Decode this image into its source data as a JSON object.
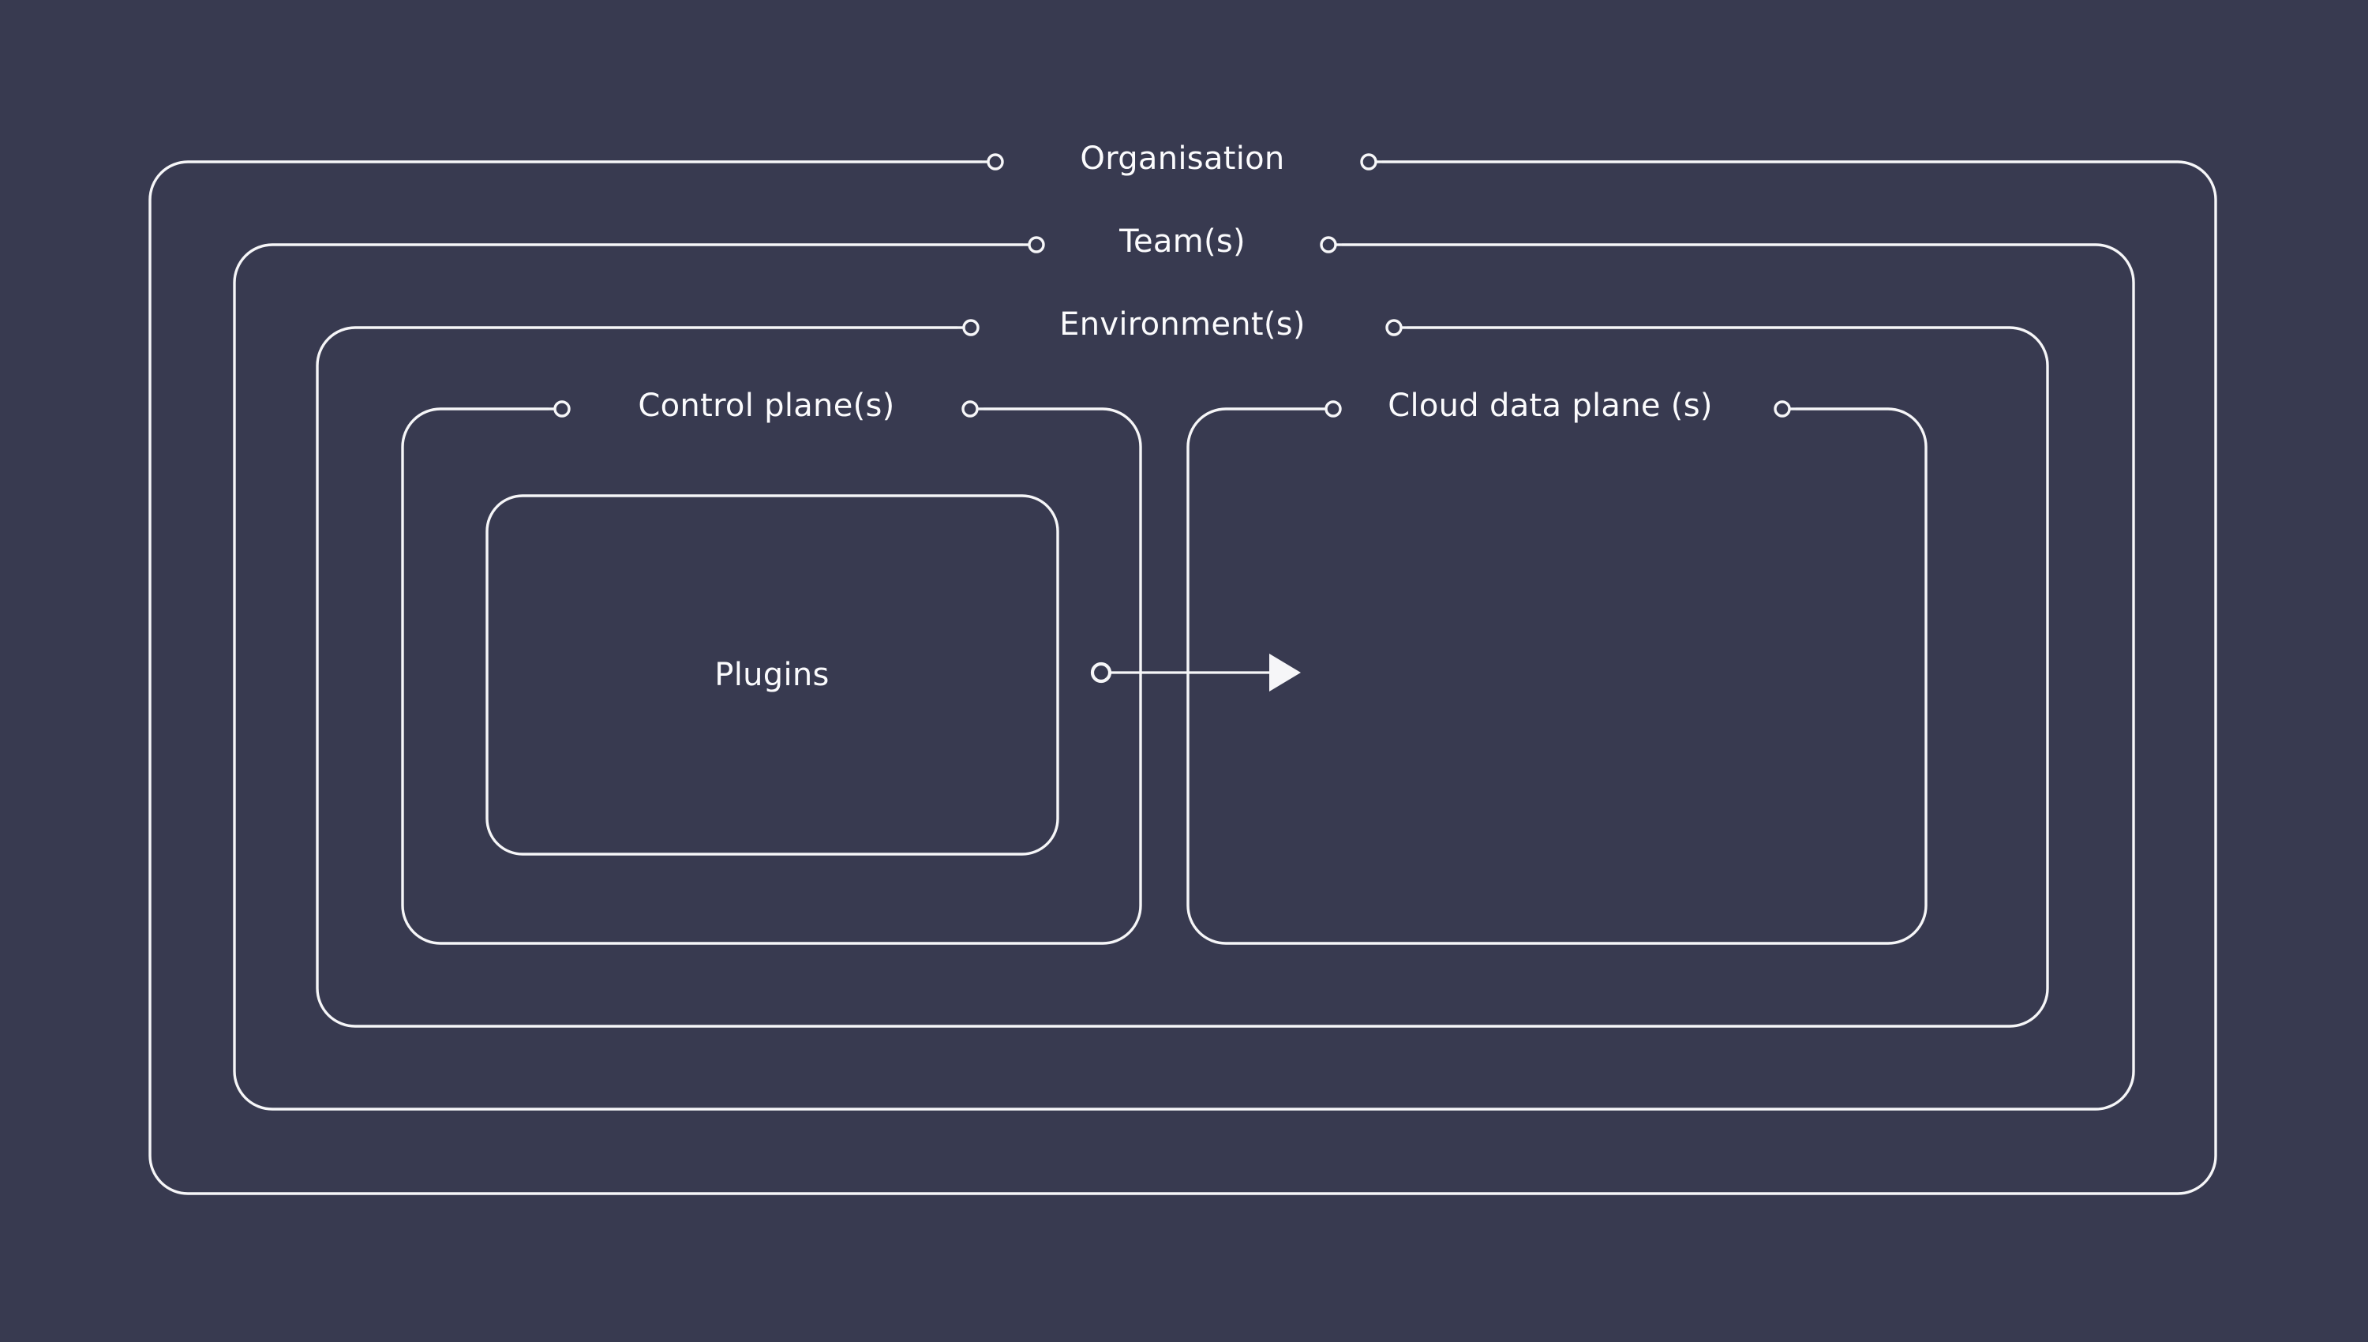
{
  "diagram": {
    "title": "Organisation hierarchy: teams, environments, control and data planes",
    "background_color": "#383a50",
    "stroke_color": "#f6f6f8",
    "text_color": "#fbfbfd",
    "tiers": [
      {
        "key": "organisation",
        "label": "Organisation"
      },
      {
        "key": "team",
        "label": "Team(s)"
      },
      {
        "key": "environment",
        "label": "Environment(s)"
      },
      {
        "key": "control_plane",
        "label": "Control plane(s)"
      },
      {
        "key": "cloud_data_plane",
        "label": "Cloud data plane (s)"
      },
      {
        "key": "plugins",
        "label": "Plugins"
      }
    ],
    "connection": {
      "from": "Control plane(s)",
      "to": "Cloud data plane (s)",
      "marker": "arrow-right"
    }
  }
}
